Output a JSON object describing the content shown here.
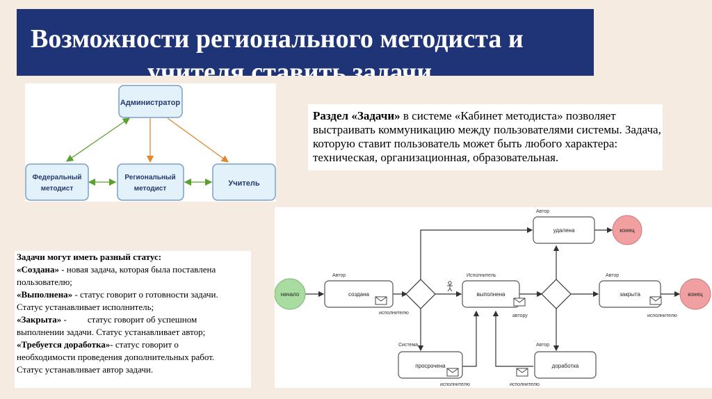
{
  "title": {
    "line1": "Возможности регионального методиста и",
    "line2": "учителя ставить задачи"
  },
  "diagram_roles": {
    "admin": "Администратор",
    "federal_1": "Федеральный",
    "federal_2": "методист",
    "regional_1": "Региональный",
    "regional_2": "методист",
    "teacher": "Учитель"
  },
  "description": {
    "bold": "Раздел «Задачи»",
    "text1": " в системе «Кабинет методиста» позволяет выстраивать коммуникацию между пользователями системы.",
    "text2": "Задача, которую ставит пользователь может быть любого характера: техническая, организационная, образовательная."
  },
  "statuses": {
    "heading": "Задачи могут иметь разный статус:",
    "created_label": "«Создана»",
    "created_text": " - новая задача, которая была поставлена",
    "created_text2": "пользователю;",
    "done_label": "«Выполнена»",
    "done_text": " - статус говорит о готовности задачи.",
    "done_text2": "Статус устанавливает исполнитель;",
    "closed_label": "«Закрыта»",
    "closed_dash": " -",
    "closed_text": "статус говорит об успешном",
    "closed_text2": "выполнении задачи. Статус устанавливает автор;",
    "rework_label": "«Требуется доработка»",
    "rework_text": "- статус говорит о",
    "rework_text2": "необходимости проведения дополнительных работ.",
    "rework_text3": "Статус устанавливает автор задачи."
  },
  "flow": {
    "start": "начало",
    "end": "конец",
    "created": "создана",
    "done": "выполнена",
    "deleted": "удалена",
    "closed": "закрыта",
    "overdue": "просрочена",
    "rework": "доработка",
    "author": "Автор",
    "executor": "Исполнитель",
    "system": "Система",
    "to_executor": "исполнителю",
    "to_author": "автору"
  },
  "colors": {
    "title_bg": "#1f3477",
    "page_bg": "#f6ebe1",
    "role_box_fill": "#e3f1fb",
    "role_box_stroke": "#7a9fc9",
    "role_text": "#243a6e",
    "arrow_green": "#5aa02c",
    "arrow_orange": "#e08a2a",
    "start_green": "#a8dca0",
    "end_red": "#f0a0a0"
  }
}
